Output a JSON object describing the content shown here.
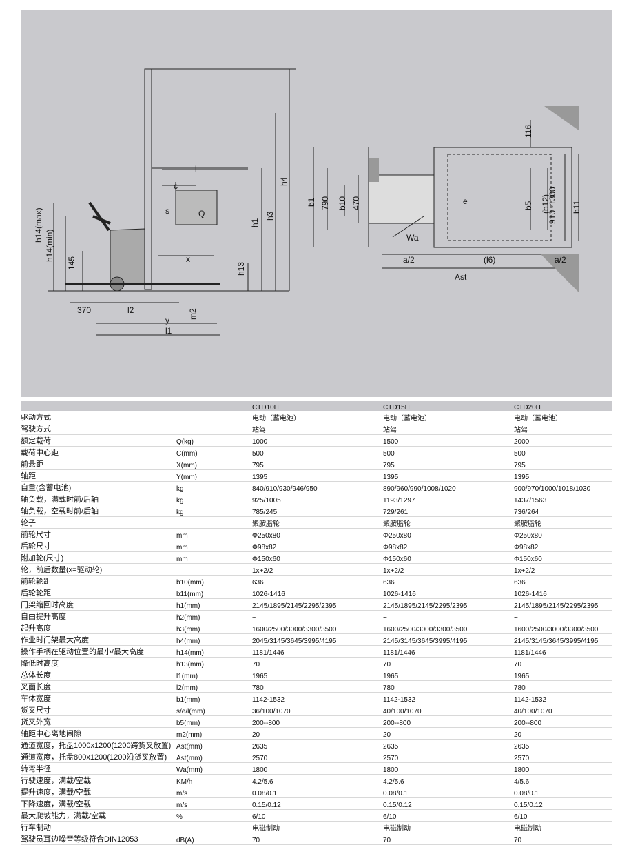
{
  "diagram": {
    "side_labels": {
      "h14max": "h14(max)",
      "h14min": "h14(min)",
      "d145": "145",
      "d370": "370",
      "l2": "l2",
      "y": "y",
      "l1": "l1",
      "m2": "m2",
      "x": "x",
      "h13": "h13",
      "h1": "h1",
      "h3": "h3",
      "h4": "h4",
      "c": "c",
      "l": "l",
      "s": "s",
      "Q": "Q"
    },
    "top_labels": {
      "b1": "b1",
      "d790": "790",
      "b10": "b10",
      "d470": "470",
      "Wa": "Wa",
      "e": "e",
      "a2l": "a/2",
      "l6": "(l6)",
      "a2r": "a/2",
      "Ast": "Ast",
      "d116": "116",
      "b5": "b5",
      "b12": "(b12)",
      "range": "910~1300",
      "b11": "b11"
    }
  },
  "table": {
    "models": [
      "CTD10H",
      "CTD15H",
      "CTD20H"
    ],
    "rows": [
      [
        "驱动方式",
        "",
        "电动（蓄电池）",
        "电动（蓄电池）",
        "电动（蓄电池）"
      ],
      [
        "驾驶方式",
        "",
        "站驾",
        "站驾",
        "站驾"
      ],
      [
        "额定载荷",
        "Q(kg)",
        "1000",
        "1500",
        "2000"
      ],
      [
        "载荷中心距",
        "C(mm)",
        "500",
        "500",
        "500"
      ],
      [
        "前悬距",
        "X(mm)",
        "795",
        "795",
        "795"
      ],
      [
        "轴距",
        "Y(mm)",
        "1395",
        "1395",
        "1395"
      ],
      [
        "自重(含蓄电池)",
        "kg",
        "840/910/930/946/950",
        "890/960/990/1008/1020",
        "900/970/1000/1018/1030"
      ],
      [
        "轴负载，满载时前/后轴",
        "kg",
        "925/1005",
        "1193/1297",
        "1437/1563"
      ],
      [
        "轴负载，空载时前/后轴",
        "kg",
        "785/245",
        "729/261",
        "736/264"
      ],
      [
        "轮子",
        "",
        "聚胺脂轮",
        "聚胺脂轮",
        "聚胺脂轮"
      ],
      [
        "前轮尺寸",
        "mm",
        "Φ250x80",
        "Φ250x80",
        "Φ250x80"
      ],
      [
        "后轮尺寸",
        "mm",
        "Φ98x82",
        "Φ98x82",
        "Φ98x82"
      ],
      [
        "附加轮(尺寸)",
        "mm",
        "Φ150x60",
        "Φ150x60",
        "Φ150x60"
      ],
      [
        "轮，前后数量(x=驱动轮)",
        "",
        "1x+2/2",
        "1x+2/2",
        "1x+2/2"
      ],
      [
        "前轮轮距",
        "b10(mm)",
        "636",
        "636",
        "636"
      ],
      [
        "后轮轮距",
        "b11(mm)",
        "1026-1416",
        "1026-1416",
        "1026-1416"
      ],
      [
        "门架缩回时高度",
        "h1(mm)",
        "2145/1895/2145/2295/2395",
        "2145/1895/2145/2295/2395",
        "2145/1895/2145/2295/2395"
      ],
      [
        "自由提升高度",
        "h2(mm)",
        "~",
        "~",
        "~"
      ],
      [
        "起升高度",
        "h3(mm)",
        "1600/2500/3000/3300/3500",
        "1600/2500/3000/3300/3500",
        "1600/2500/3000/3300/3500"
      ],
      [
        "作业时门架最大高度",
        "h4(mm)",
        "2045/3145/3645/3995/4195",
        "2145/3145/3645/3995/4195",
        "2145/3145/3645/3995/4195"
      ],
      [
        "操作手柄在驱动位置的最小/最大高度",
        "h14(mm)",
        "1181/1446",
        "1181/1446",
        "1181/1446"
      ],
      [
        "降低时高度",
        "h13(mm)",
        "70",
        "70",
        "70"
      ],
      [
        "总体长度",
        "l1(mm)",
        "1965",
        "1965",
        "1965"
      ],
      [
        "叉面长度",
        "l2(mm)",
        "780",
        "780",
        "780"
      ],
      [
        "车体宽度",
        "b1(mm)",
        "1142-1532",
        "1142-1532",
        "1142-1532"
      ],
      [
        "货叉尺寸",
        "s/e/l(mm)",
        "36/100/1070",
        "40/100/1070",
        "40/100/1070"
      ],
      [
        "货叉外宽",
        "b5(mm)",
        "200--800",
        "200--800",
        "200--800"
      ],
      [
        "轴距中心离地间隙",
        "m2(mm)",
        "20",
        "20",
        "20"
      ],
      [
        "通道宽度，托盘1000x1200(1200跨货叉放置)",
        "Ast(mm)",
        "2635",
        "2635",
        "2635"
      ],
      [
        "通道宽度，托盘800x1200(1200沿货叉放置)",
        "Ast(mm)",
        "2570",
        "2570",
        "2570"
      ],
      [
        "转弯半径",
        "Wa(mm)",
        "1800",
        "1800",
        "1800"
      ],
      [
        "行驶速度，满载/空载",
        "KM/h",
        "4.2/5.6",
        "4.2/5.6",
        "4/5.6"
      ],
      [
        "提升速度，满载/空载",
        "m/s",
        "0.08/0.1",
        "0.08/0.1",
        "0.08/0.1"
      ],
      [
        "下降速度，满载/空载",
        "m/s",
        "0.15/0.12",
        "0.15/0.12",
        "0.15/0.12"
      ],
      [
        "最大爬坡能力，满载/空载",
        "%",
        "6/10",
        "6/10",
        "6/10"
      ],
      [
        "行车制动",
        "",
        "电磁制动",
        "电磁制动",
        "电磁制动"
      ],
      [
        "驾驶员耳边噪音等级符合DIN12053",
        "dB(A)",
        "70",
        "70",
        "70"
      ]
    ]
  }
}
